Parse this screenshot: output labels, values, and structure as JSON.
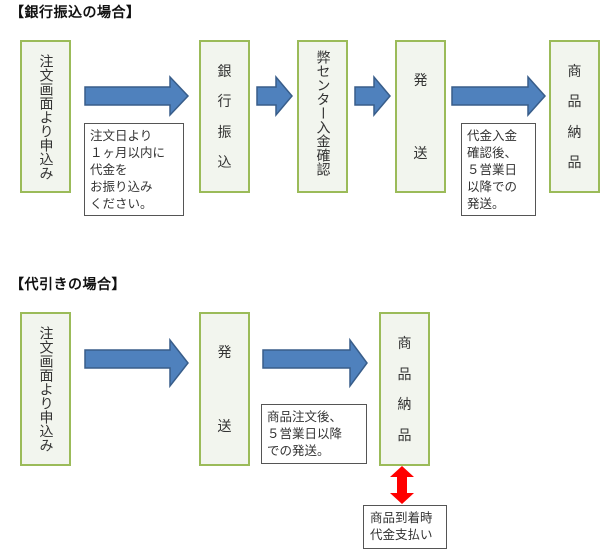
{
  "sections": [
    {
      "title": "【銀行振込の場合】",
      "steps": [
        {
          "label": "注文画面より申込み"
        },
        {
          "label_chars": [
            "銀",
            "行",
            "振",
            "込"
          ]
        },
        {
          "label": "弊センター入金確認"
        },
        {
          "label_chars": [
            "発",
            "送"
          ]
        },
        {
          "label_chars": [
            "商",
            "品",
            "納",
            "品"
          ]
        }
      ],
      "notes": [
        {
          "text": "注文日より\n１ヶ月以内に\n代金を\nお振り込み\nください。"
        },
        {
          "text": "代金入金\n確認後、\n５営業日\n以降での\n発送。"
        }
      ]
    },
    {
      "title": "【代引きの場合】",
      "steps": [
        {
          "label": "注文画面より申込み"
        },
        {
          "label_chars": [
            "発",
            "送"
          ]
        },
        {
          "label_chars": [
            "商",
            "品",
            "納",
            "品"
          ]
        }
      ],
      "notes": [
        {
          "text": "商品注文後、\n５営業日以降\nでの発送。"
        },
        {
          "text": "商品到着時\n代金支払い"
        }
      ]
    }
  ],
  "colors": {
    "box_fill": "#f2f5ee",
    "box_border": "#9bbb59",
    "arrow_fill": "#4f81bd",
    "arrow_border": "#385d8a",
    "double_arrow": "#ff0000"
  }
}
